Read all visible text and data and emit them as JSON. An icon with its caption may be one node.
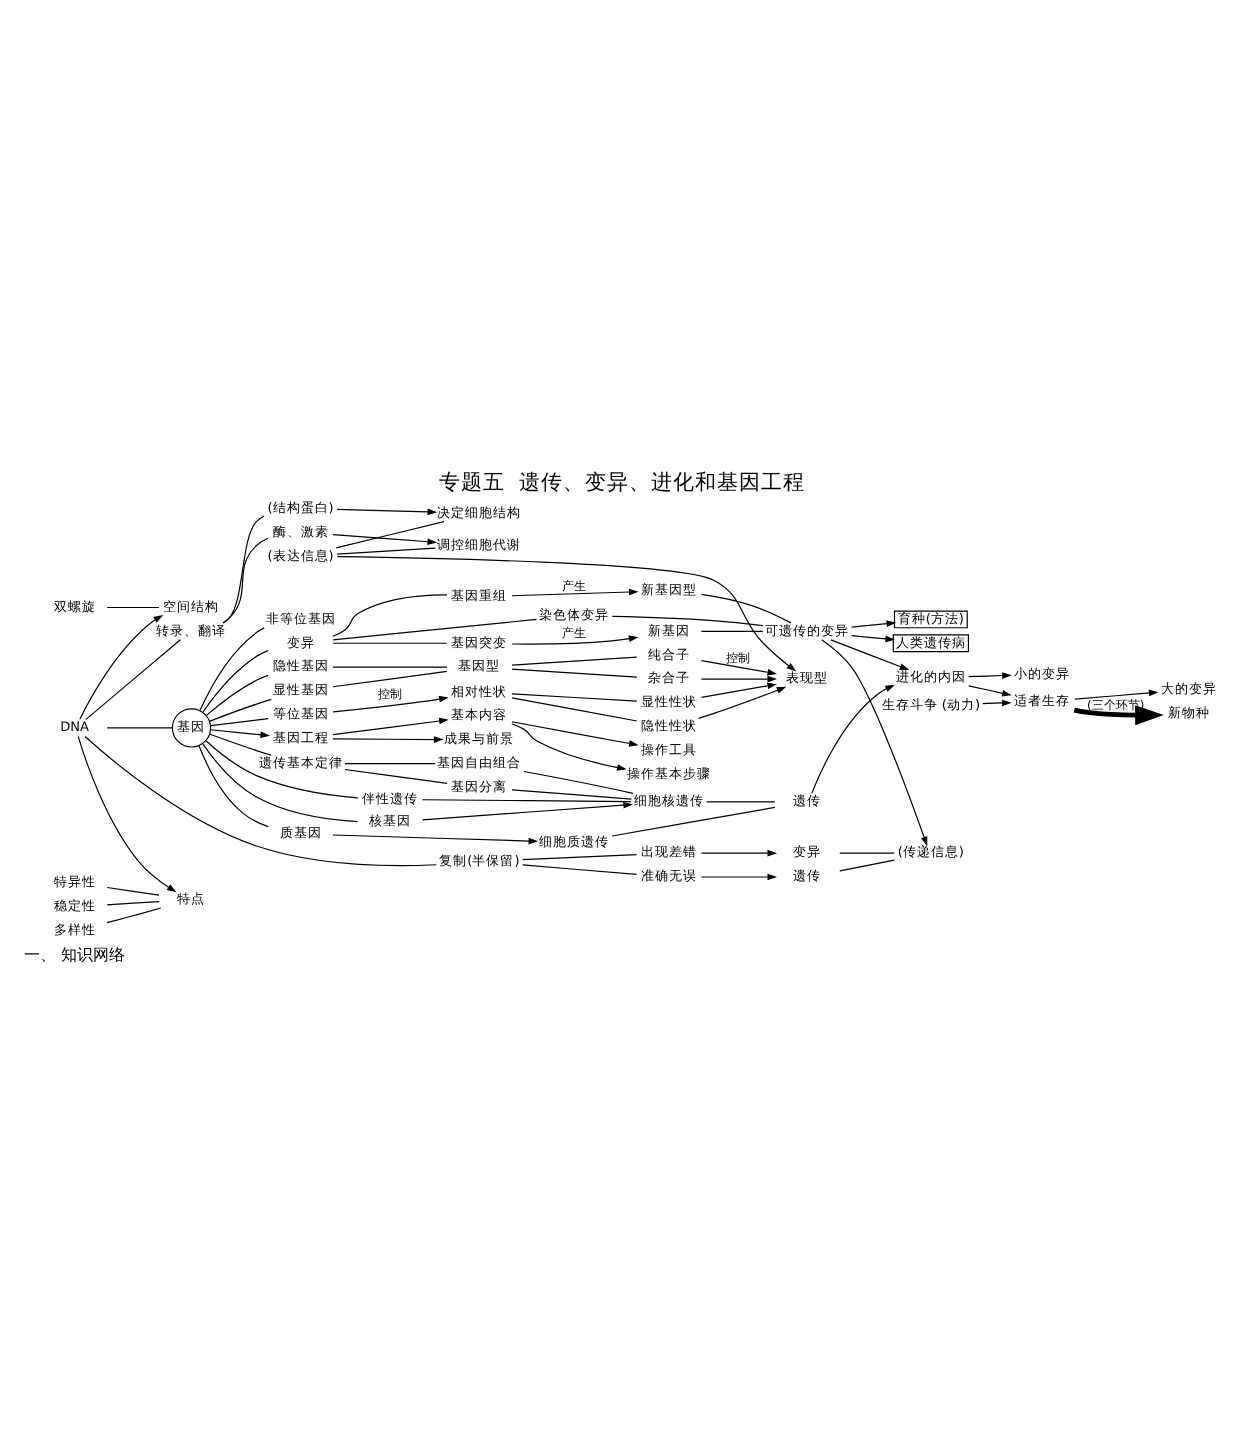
{
  "diagram": {
    "title": "专题五  遗传、变异、进化和基因工程",
    "nodes": [
      {
        "text": [
          "(表达信息)"
        ]
      },
      {
        "text": [
          "调控细胞代谢"
        ]
      },
      {
        "text": [
          "决定细胞结构"
        ]
      },
      {
        "text": [
          "酶、激素"
        ]
      },
      {
        "text": [
          "(结构蛋白)"
        ]
      },
      {
        "text": [
          "转录、翻译"
        ]
      },
      {
        "text": [
          "空间结构"
        ]
      },
      {
        "text": [
          "双螺旋"
        ]
      },
      {
        "text": [
          "特点"
        ]
      },
      {
        "text": [
          "稳定性"
        ]
      },
      {
        "text": [
          "多样性"
        ]
      },
      {
        "text": [
          "特异性"
        ]
      },
      {
        "text": [
          "DNA"
        ]
      },
      {
        "text": [
          "基因"
        ]
      },
      {
        "text": [
          "复制(半保留)"
        ]
      },
      {
        "text": [
          "准确无误"
        ]
      },
      {
        "text": [
          "出现差错"
        ]
      },
      {
        "text": [
          "遗传"
        ]
      },
      {
        "text": [
          "变异"
        ]
      },
      {
        "text": [
          "(传递信息)"
        ]
      },
      {
        "text": [
          "显性基因"
        ]
      },
      {
        "text": [
          "隐性基因"
        ]
      },
      {
        "text": [
          "基因型"
        ]
      },
      {
        "text": [
          "纯合子"
        ]
      },
      {
        "text": [
          "杂合子"
        ]
      },
      {
        "text": [
          "表现型"
        ]
      },
      {
        "text": [
          "等位基因"
        ]
      },
      {
        "text": [
          "非等位基因"
        ]
      },
      {
        "text": [
          "相对性状"
        ]
      },
      {
        "text": [
          "显性性状"
        ]
      },
      {
        "text": [
          "隐性性状"
        ]
      },
      {
        "text": [
          "质基因"
        ]
      },
      {
        "text": [
          "细胞质遗传"
        ]
      },
      {
        "text": [
          "核基因"
        ]
      },
      {
        "text": [
          "遗传基本定律"
        ]
      },
      {
        "text": [
          "伴性遗传"
        ]
      },
      {
        "text": [
          "基因分离"
        ]
      },
      {
        "text": [
          "基因自由组合"
        ]
      },
      {
        "text": [
          "细胞核遗传"
        ]
      },
      {
        "text": [
          "遗传"
        ]
      },
      {
        "text": [
          "进化的内因"
        ]
      },
      {
        "text": [
          "小的变异"
        ]
      },
      {
        "text": [
          "生存斗争 (动力)"
        ]
      },
      {
        "text": [
          "适者生存"
        ]
      },
      {
        "text": [
          "大的变异"
        ]
      },
      {
        "text": [
          "新物种"
        ]
      },
      {
        "text": [
          "变异"
        ]
      },
      {
        "text": [
          "基因重组"
        ]
      },
      {
        "text": [
          "基因突变"
        ]
      },
      {
        "text": [
          "染色体变异"
        ]
      },
      {
        "text": [
          "新基因型"
        ]
      },
      {
        "text": [
          "新基因"
        ]
      },
      {
        "text": [
          "可遗传的变异"
        ]
      },
      {
        "text": [
          "育种(方法)"
        ]
      },
      {
        "text": [
          "人类遗传病"
        ]
      },
      {
        "text": [
          "基因工程"
        ]
      },
      {
        "text": [
          "基本内容"
        ]
      },
      {
        "text": [
          "操作工具"
        ]
      },
      {
        "text": [
          "操作基本步骤"
        ]
      },
      {
        "text": [
          "成果与前景"
        ]
      }
    ],
    "edges": [
      {
        "from": 0,
        "to": 25,
        "arrow": "to"
      },
      {
        "from": 0,
        "to": 1,
        "arrow": "none"
      },
      {
        "from": 0,
        "to": 2,
        "arrow": "none"
      },
      {
        "from": 3,
        "to": 1,
        "arrow": "to"
      },
      {
        "from": 4,
        "to": 2,
        "arrow": "to"
      },
      {
        "from": 5,
        "to": 3,
        "arrow": "none"
      },
      {
        "from": 5,
        "to": 4,
        "arrow": "none"
      },
      {
        "from": 12,
        "to": 5,
        "arrow": "none"
      },
      {
        "from": 12,
        "to": 6,
        "arrow": "to"
      },
      {
        "from": 12,
        "to": 8,
        "arrow": "to"
      },
      {
        "from": 7,
        "to": 6,
        "arrow": "none"
      },
      {
        "from": 9,
        "to": 8,
        "arrow": "none"
      },
      {
        "from": 10,
        "to": 8,
        "arrow": "none"
      },
      {
        "from": 11,
        "to": 8,
        "arrow": "none"
      },
      {
        "from": 12,
        "to": 13,
        "arrow": "none"
      },
      {
        "from": 12,
        "to": 14,
        "arrow": "none"
      },
      {
        "from": 14,
        "to": 15,
        "arrow": "none"
      },
      {
        "from": 14,
        "to": 16,
        "arrow": "none"
      },
      {
        "from": 15,
        "to": 17,
        "arrow": "to"
      },
      {
        "from": 16,
        "to": 18,
        "arrow": "to"
      },
      {
        "from": 17,
        "to": 19,
        "arrow": "none"
      },
      {
        "from": 18,
        "to": 19,
        "arrow": "none"
      },
      {
        "from": 13,
        "to": 20,
        "arrow": "none"
      },
      {
        "from": 13,
        "to": 21,
        "arrow": "none"
      },
      {
        "from": 13,
        "to": 26,
        "arrow": "none"
      },
      {
        "from": 13,
        "to": 27,
        "arrow": "none"
      },
      {
        "from": 13,
        "to": 31,
        "arrow": "none"
      },
      {
        "from": 13,
        "to": 33,
        "arrow": "none"
      },
      {
        "from": 13,
        "to": 34,
        "arrow": "none"
      },
      {
        "from": 13,
        "to": 35,
        "arrow": "none"
      },
      {
        "from": 13,
        "to": 46,
        "arrow": "none"
      },
      {
        "from": 13,
        "to": 55,
        "arrow": "to"
      },
      {
        "from": 20,
        "to": 22,
        "arrow": "none"
      },
      {
        "from": 21,
        "to": 22,
        "arrow": "none"
      },
      {
        "from": 22,
        "to": 23,
        "arrow": "none"
      },
      {
        "from": 22,
        "to": 24,
        "arrow": "none"
      },
      {
        "from": 23,
        "to": 25,
        "arrow": "to",
        "label": "控制"
      },
      {
        "from": 24,
        "to": 25,
        "arrow": "to"
      },
      {
        "from": 26,
        "to": 28,
        "arrow": "to",
        "label": "控制"
      },
      {
        "from": 28,
        "to": 29,
        "arrow": "none"
      },
      {
        "from": 28,
        "to": 30,
        "arrow": "none"
      },
      {
        "from": 29,
        "to": 25,
        "arrow": "to"
      },
      {
        "from": 30,
        "to": 25,
        "arrow": "to"
      },
      {
        "from": 31,
        "to": 32,
        "arrow": "to"
      },
      {
        "from": 33,
        "to": 38,
        "arrow": "to"
      },
      {
        "from": 34,
        "to": 36,
        "arrow": "none"
      },
      {
        "from": 34,
        "to": 37,
        "arrow": "none"
      },
      {
        "from": 36,
        "to": 38,
        "arrow": "none"
      },
      {
        "from": 37,
        "to": 38,
        "arrow": "none"
      },
      {
        "from": 35,
        "to": 38,
        "arrow": "none"
      },
      {
        "from": 32,
        "to": 39,
        "arrow": "none"
      },
      {
        "from": 38,
        "to": 39,
        "arrow": "none"
      },
      {
        "from": 39,
        "to": 40,
        "arrow": "to"
      },
      {
        "from": 52,
        "to": 40,
        "arrow": "to"
      },
      {
        "from": 52,
        "to": 19,
        "arrow": "to"
      },
      {
        "from": 40,
        "to": 41,
        "arrow": "to"
      },
      {
        "from": 40,
        "to": 43,
        "arrow": "to"
      },
      {
        "from": 42,
        "to": 43,
        "arrow": "to"
      },
      {
        "from": 43,
        "to": 44,
        "arrow": "to"
      },
      {
        "from": 43,
        "to": 45,
        "arrow": "to",
        "style": "thick",
        "label": "(三个环节)"
      },
      {
        "from": 46,
        "to": 47,
        "arrow": "none"
      },
      {
        "from": 46,
        "to": 48,
        "arrow": "none"
      },
      {
        "from": 46,
        "to": 49,
        "arrow": "none"
      },
      {
        "from": 47,
        "to": 50,
        "arrow": "to",
        "label": "产生"
      },
      {
        "from": 48,
        "to": 51,
        "arrow": "to",
        "label": "产生"
      },
      {
        "from": 50,
        "to": 52,
        "arrow": "none"
      },
      {
        "from": 51,
        "to": 52,
        "arrow": "none"
      },
      {
        "from": 49,
        "to": 52,
        "arrow": "none"
      },
      {
        "from": 52,
        "to": 53,
        "arrow": "to"
      },
      {
        "from": 52,
        "to": 54,
        "arrow": "to"
      },
      {
        "from": 55,
        "to": 56,
        "arrow": "to"
      },
      {
        "from": 55,
        "to": 59,
        "arrow": "to"
      },
      {
        "from": 56,
        "to": 57,
        "arrow": "to"
      },
      {
        "from": 56,
        "to": 58,
        "arrow": "to"
      }
    ],
    "labels": [
      "一、 知识网络"
    ]
  }
}
